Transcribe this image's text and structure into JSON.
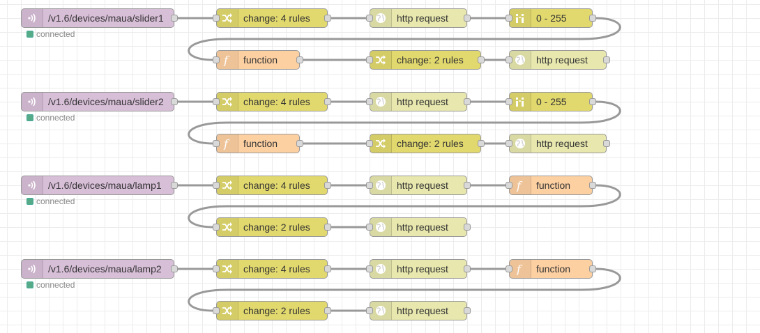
{
  "colors": {
    "mqtt": "#d8bfd8",
    "change": "#e2d96e",
    "http": "#e7e7ae",
    "range": "#e2d96e",
    "function": "#fdd0a2",
    "wire": "#999999",
    "status_connected": "#55aa88"
  },
  "flows": [
    {
      "row1": [
        {
          "type": "mqtt",
          "icon": "wifi-icon",
          "label": "/v1.6/devices/maua/slider1",
          "status": "connected"
        },
        {
          "type": "change",
          "icon": "shuffle-icon",
          "label": "change: 4 rules"
        },
        {
          "type": "http",
          "icon": "globe-icon",
          "label": "http request"
        },
        {
          "type": "range",
          "icon": "range-icon",
          "label": "0 - 255"
        }
      ],
      "row2": [
        {
          "type": "function",
          "icon": "function-icon",
          "label": "function"
        },
        {
          "type": "change",
          "icon": "shuffle-icon",
          "label": "change: 2 rules"
        },
        {
          "type": "http",
          "icon": "globe-icon",
          "label": "http request"
        }
      ]
    },
    {
      "row1": [
        {
          "type": "mqtt",
          "icon": "wifi-icon",
          "label": "/v1.6/devices/maua/slider2",
          "status": "connected"
        },
        {
          "type": "change",
          "icon": "shuffle-icon",
          "label": "change: 4 rules"
        },
        {
          "type": "http",
          "icon": "globe-icon",
          "label": "http request"
        },
        {
          "type": "range",
          "icon": "range-icon",
          "label": "0 - 255"
        }
      ],
      "row2": [
        {
          "type": "function",
          "icon": "function-icon",
          "label": "function"
        },
        {
          "type": "change",
          "icon": "shuffle-icon",
          "label": "change: 2 rules"
        },
        {
          "type": "http",
          "icon": "globe-icon",
          "label": "http request"
        }
      ]
    },
    {
      "row1": [
        {
          "type": "mqtt",
          "icon": "wifi-icon",
          "label": "/v1.6/devices/maua/lamp1",
          "status": "connected"
        },
        {
          "type": "change",
          "icon": "shuffle-icon",
          "label": "change: 4 rules"
        },
        {
          "type": "http",
          "icon": "globe-icon",
          "label": "http request"
        },
        {
          "type": "function",
          "icon": "function-icon",
          "label": "function"
        }
      ],
      "row2": [
        {
          "type": "change",
          "icon": "shuffle-icon",
          "label": "change: 2 rules"
        },
        {
          "type": "http",
          "icon": "globe-icon",
          "label": "http request"
        }
      ]
    },
    {
      "row1": [
        {
          "type": "mqtt",
          "icon": "wifi-icon",
          "label": "/v1.6/devices/maua/lamp2",
          "status": "connected"
        },
        {
          "type": "change",
          "icon": "shuffle-icon",
          "label": "change: 4 rules"
        },
        {
          "type": "http",
          "icon": "globe-icon",
          "label": "http request"
        },
        {
          "type": "function",
          "icon": "function-icon",
          "label": "function"
        }
      ],
      "row2": [
        {
          "type": "change",
          "icon": "shuffle-icon",
          "label": "change: 2 rules"
        },
        {
          "type": "http",
          "icon": "globe-icon",
          "label": "http request"
        }
      ]
    }
  ]
}
